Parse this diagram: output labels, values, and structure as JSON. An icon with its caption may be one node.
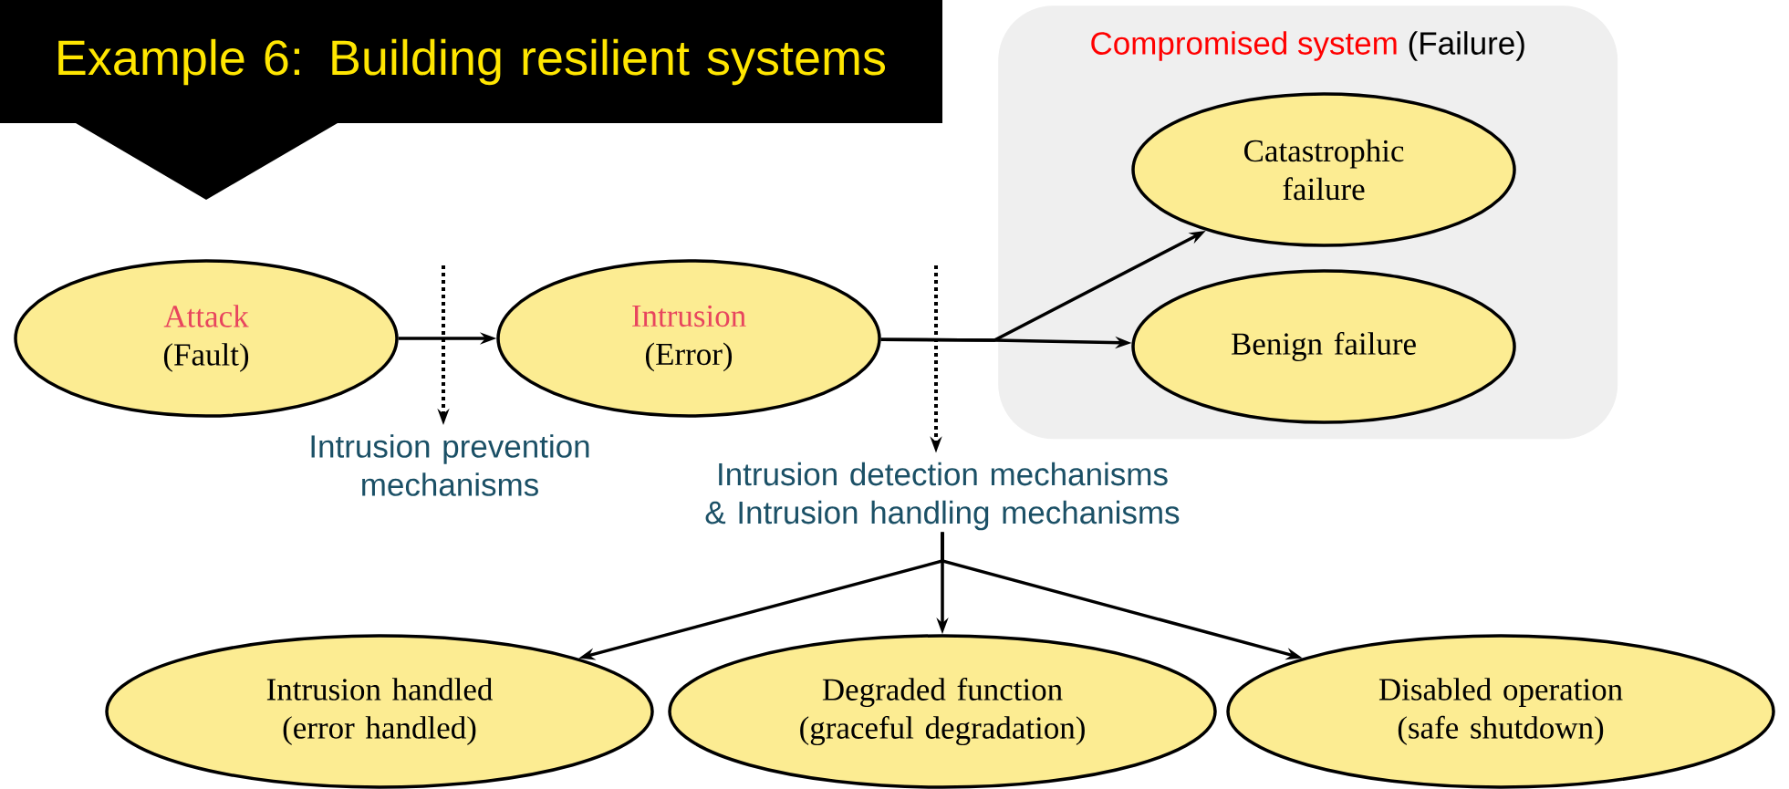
{
  "diagram": {
    "title": "Example 6: Building resilient systems",
    "nodes": [
      {
        "text": [
          "Attack",
          "(Fault)"
        ]
      },
      {
        "text": [
          "Intrusion",
          "(Error)"
        ]
      },
      {
        "text": [
          "Compromised system",
          "(Failure)"
        ]
      },
      {
        "text": [
          "Catastrophic failure"
        ],
        "in": 2
      },
      {
        "text": [
          "Benign failure"
        ],
        "in": 2
      },
      {
        "text": [
          "Intrusion prevention mechanisms"
        ]
      },
      {
        "text": [
          "Intrusion detection mechanisms & Intrusion handling mechanisms"
        ]
      },
      {
        "text": [
          "Intrusion handled",
          "(error handled)"
        ]
      },
      {
        "text": [
          "Degraded function",
          "(graceful degradation)"
        ]
      },
      {
        "text": [
          "Disabled operation",
          "(safe shutdown)"
        ]
      }
    ],
    "edges": [
      {
        "from": 0,
        "to": 1,
        "arrow": "to"
      },
      {
        "from": 1,
        "to": 3,
        "arrow": "to"
      },
      {
        "from": 1,
        "to": 4,
        "arrow": "to"
      },
      {
        "from": null,
        "to": 5,
        "arrow": "to",
        "style": "dashed"
      },
      {
        "from": null,
        "to": 6,
        "arrow": "to",
        "style": "dashed"
      },
      {
        "from": 6,
        "to": 7,
        "arrow": "to"
      },
      {
        "from": 6,
        "to": 8,
        "arrow": "to"
      },
      {
        "from": 6,
        "to": 9,
        "arrow": "to"
      }
    ]
  }
}
